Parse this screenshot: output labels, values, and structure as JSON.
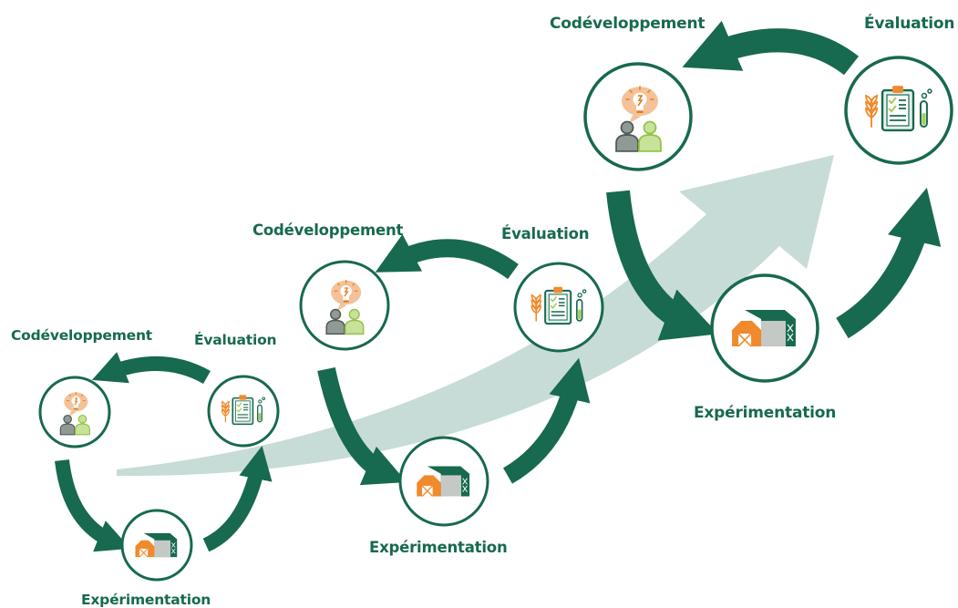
{
  "colors": {
    "primary_green": "#17694f",
    "trend_arrow": "#c7dcd7",
    "accent_orange": "#ef8a2c",
    "light_green": "#a3cd5c",
    "person_grey": "#8f9a95"
  },
  "cycles": [
    {
      "codevelopment": {
        "label": "Codéveloppement",
        "icon": "people-lightbulb-icon"
      },
      "evaluation": {
        "label": "Évaluation",
        "icon": "clipboard-checklist-icon"
      },
      "experimentation": {
        "label": "Expérimentation",
        "icon": "farm-barn-icon"
      }
    },
    {
      "codevelopment": {
        "label": "Codéveloppement",
        "icon": "people-lightbulb-icon"
      },
      "evaluation": {
        "label": "Évaluation",
        "icon": "clipboard-checklist-icon"
      },
      "experimentation": {
        "label": "Expérimentation",
        "icon": "farm-barn-icon"
      }
    },
    {
      "codevelopment": {
        "label": "Codéveloppement",
        "icon": "people-lightbulb-icon"
      },
      "evaluation": {
        "label": "Évaluation",
        "icon": "clipboard-checklist-icon"
      },
      "experimentation": {
        "label": "Expérimentation",
        "icon": "farm-barn-icon"
      }
    }
  ]
}
